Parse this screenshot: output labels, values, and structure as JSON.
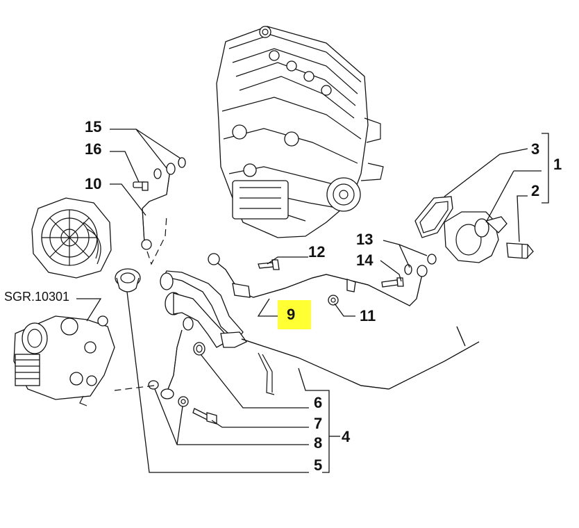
{
  "diagram": {
    "callouts": {
      "c1": "1",
      "c2": "2",
      "c3": "3",
      "c4": "4",
      "c5": "5",
      "c6": "6",
      "c7": "7",
      "c8": "8",
      "c9": "9",
      "c10": "10",
      "c11": "11",
      "c12": "12",
      "c13": "13",
      "c14": "14",
      "c15": "15",
      "c16": "16"
    },
    "reference_label": "SGR.10301",
    "highlight_color": "#ffff33",
    "line_color": "#111111"
  }
}
